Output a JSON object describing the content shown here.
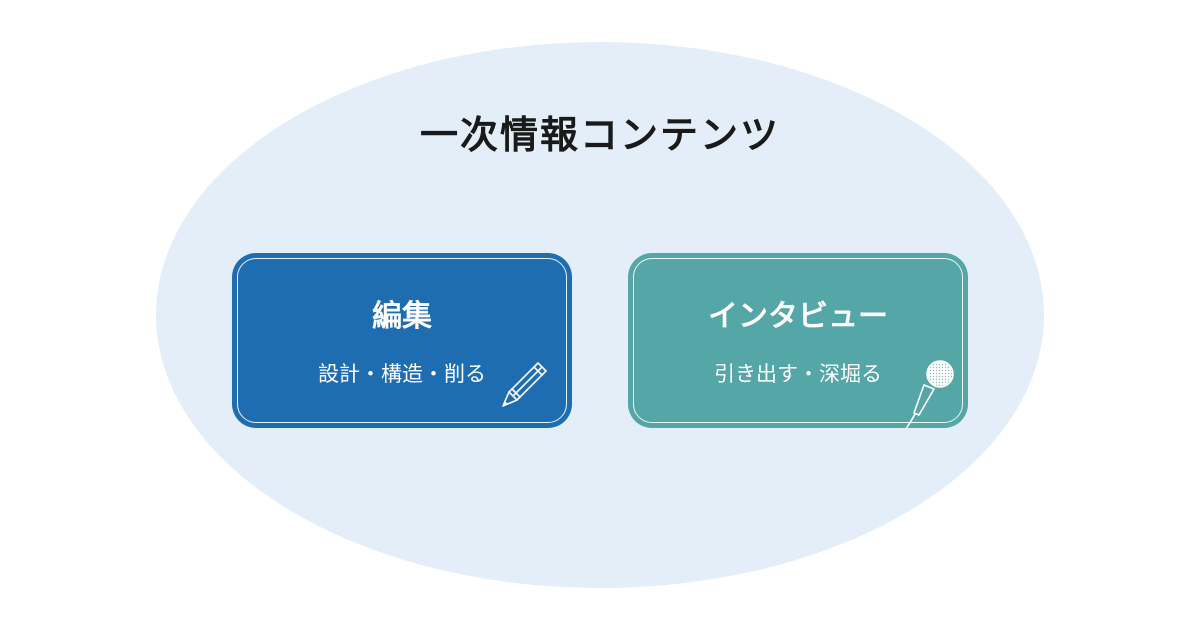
{
  "title": "一次情報コンテンツ",
  "cards": [
    {
      "title": "編集",
      "subtitle": "設計・構造・削る",
      "icon": "pencil-icon",
      "color": "#1f6db1"
    },
    {
      "title": "インタビュー",
      "subtitle": "引き出す・深堀る",
      "icon": "microphone-icon",
      "color": "#55a6a7"
    }
  ],
  "colors": {
    "background_ellipse": "#e3eef8",
    "title_text": "#1a1a1a",
    "card_text": "#ffffff"
  }
}
